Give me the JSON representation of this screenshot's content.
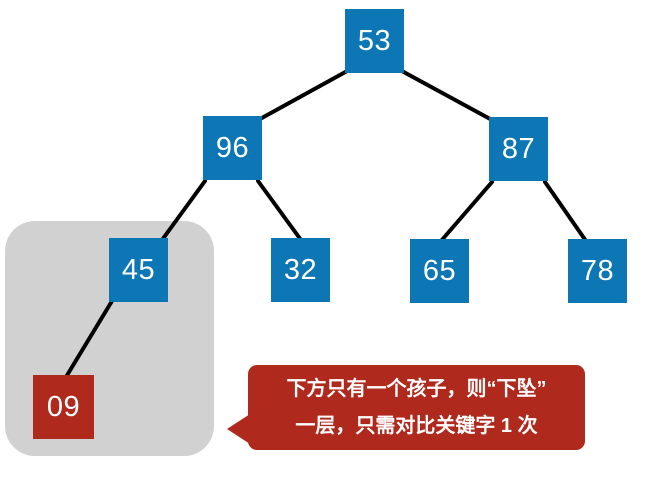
{
  "diagram": {
    "title_hint": "binary heap sift-down illustration",
    "tree": {
      "nodes": [
        {
          "value": "53",
          "color": "blue"
        },
        {
          "value": "96",
          "color": "blue"
        },
        {
          "value": "87",
          "color": "blue"
        },
        {
          "value": "45",
          "color": "blue"
        },
        {
          "value": "32",
          "color": "blue"
        },
        {
          "value": "65",
          "color": "blue"
        },
        {
          "value": "78",
          "color": "blue"
        },
        {
          "value": "09",
          "color": "red"
        }
      ],
      "edges": [
        [
          "53",
          "96"
        ],
        [
          "53",
          "87"
        ],
        [
          "96",
          "45"
        ],
        [
          "96",
          "32"
        ],
        [
          "87",
          "65"
        ],
        [
          "87",
          "78"
        ],
        [
          "45",
          "09"
        ]
      ]
    },
    "highlight_region": {
      "contains": [
        "45",
        "09"
      ],
      "color": "#d1d1d1"
    },
    "callout": {
      "line1": "下方只有一个孩子，则“下坠”",
      "line2": "一层，只需对比关键字 1 次",
      "background": "#b0291d",
      "text_color": "#ffffff",
      "points_at": "09"
    },
    "colors": {
      "node_blue": "#0d76b4",
      "node_red": "#b0291d",
      "edge_black": "#000000",
      "node_text": "#ffffff",
      "background": "#ffffff"
    }
  }
}
